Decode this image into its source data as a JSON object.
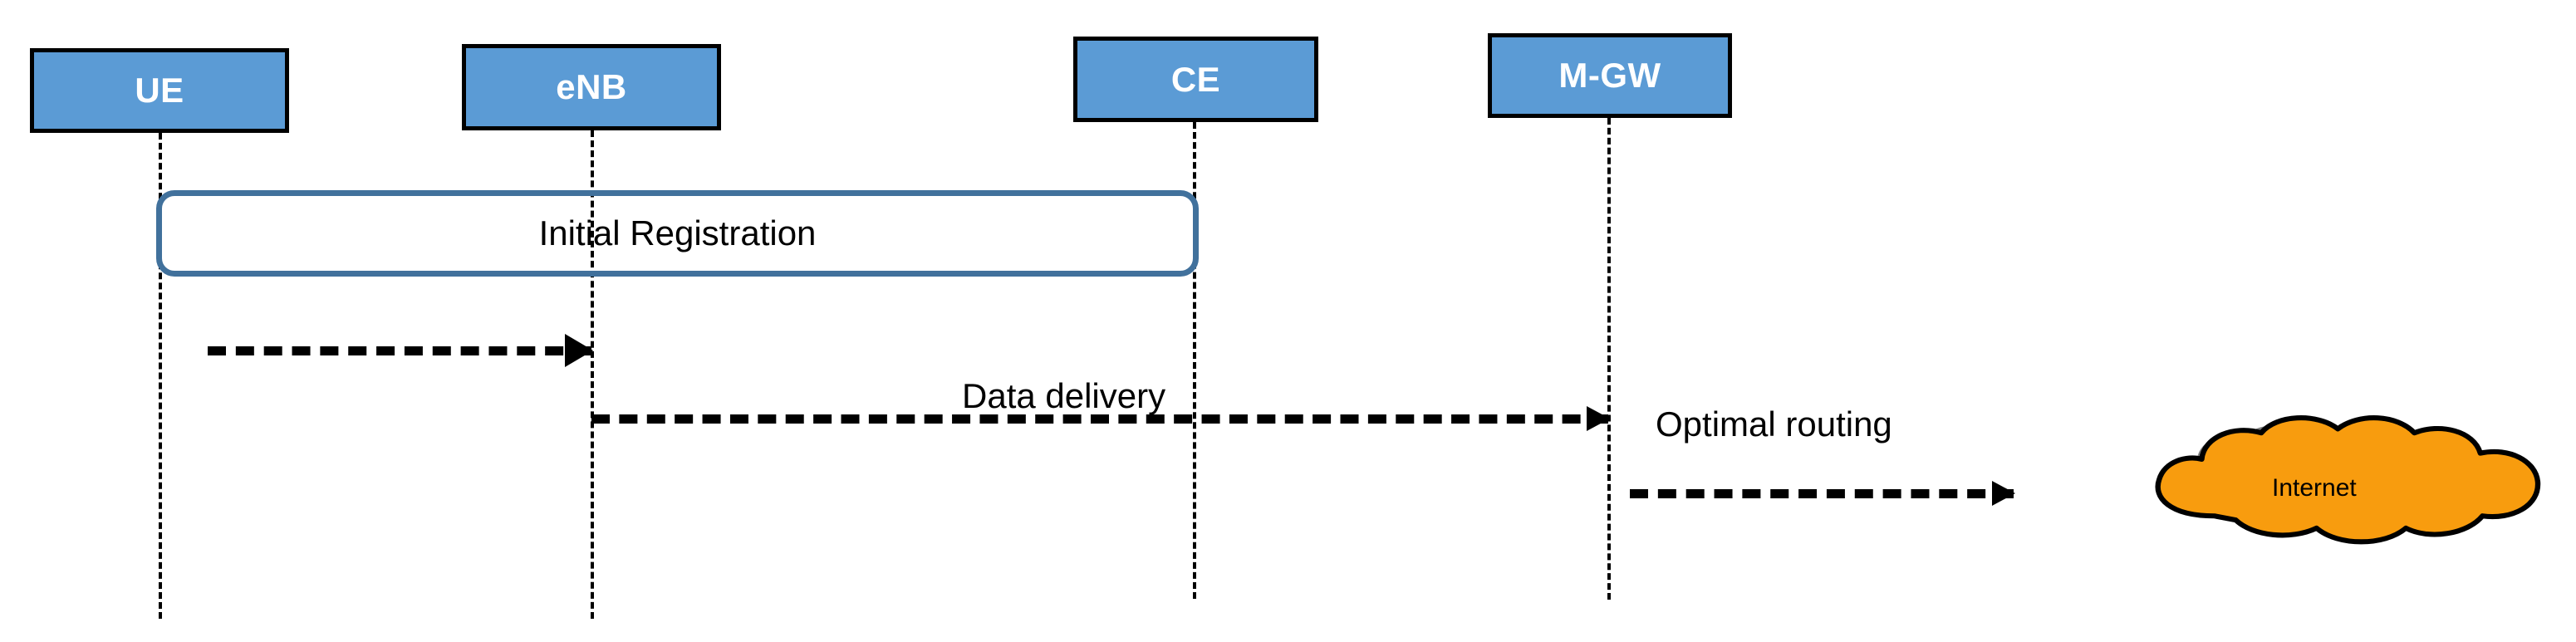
{
  "diagram": {
    "title": "LTE optimal routing sequence diagram",
    "type": "sequence-diagram",
    "colors": {
      "node_fill": "#5B9BD5",
      "node_border": "#000000",
      "node_text": "#FFFFFF",
      "frame_border": "#41719C",
      "arrow": "#000000",
      "cloud_fill": "#F89C0E",
      "cloud_border": "#000000",
      "cloud_shadow": "#808080",
      "background": "#FFFFFF"
    },
    "participants": [
      {
        "id": "ue",
        "label": "UE"
      },
      {
        "id": "enb",
        "label": "eNB"
      },
      {
        "id": "ce",
        "label": "CE"
      },
      {
        "id": "mgw",
        "label": "M-GW"
      }
    ],
    "frames": [
      {
        "id": "initial-registration",
        "label": "Initial Registration",
        "from": "ue",
        "to": "ce"
      }
    ],
    "messages": [
      {
        "id": "msg-1",
        "label": "",
        "from": "ue",
        "to": "enb",
        "style": "dashed",
        "arrow": "filled"
      },
      {
        "id": "msg-2",
        "label": "Data delivery",
        "from": "enb",
        "to": "mgw",
        "style": "dashed",
        "arrow": "filled"
      },
      {
        "id": "msg-3",
        "label": "Optimal routing",
        "from": "mgw",
        "to": "internet",
        "style": "dashed",
        "arrow": "filled"
      }
    ],
    "cloud": {
      "id": "internet",
      "label": "Internet"
    }
  }
}
